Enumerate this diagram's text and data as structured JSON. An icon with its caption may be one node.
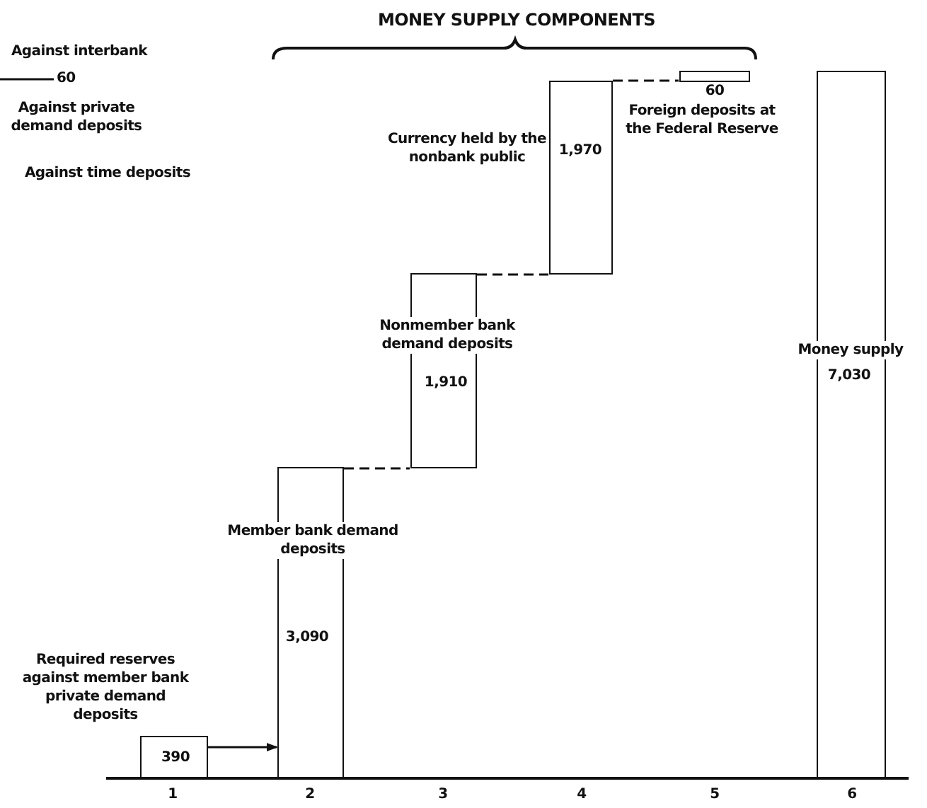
{
  "diagram": {
    "nodes": [
      {
        "text": [
          "390"
        ],
        "beside": [
          "Required reserves against member bank private demand deposits"
        ]
      },
      {
        "text": [
          "Member bank demand deposits",
          "3,090"
        ]
      },
      {
        "text": [
          "Nonmember bank demand deposits",
          "1,910"
        ]
      },
      {
        "text": [
          "1,970"
        ],
        "beside": [
          "Currency held by the nonbank public"
        ]
      },
      {
        "text": [],
        "shape": "bar",
        "beside": [
          "60",
          "Foreign deposits at the Federal Reserve"
        ]
      },
      {
        "text": [
          "Money supply",
          "7,030"
        ]
      }
    ],
    "edges": [
      {
        "from": 0,
        "to": 1,
        "arrow": "to"
      },
      {
        "from": 1,
        "to": 2,
        "arrow": "none",
        "style": "dashed"
      },
      {
        "from": 2,
        "to": 3,
        "arrow": "none",
        "style": "dashed"
      },
      {
        "from": 3,
        "to": 4,
        "arrow": "none",
        "style": "dashed"
      }
    ],
    "labels": [
      "MONEY SUPPLY COMPONENTS",
      "Against interbank",
      "60",
      "Against private demand deposits",
      "Against time deposits",
      "1",
      "2",
      "3",
      "4",
      "5",
      "6"
    ]
  }
}
